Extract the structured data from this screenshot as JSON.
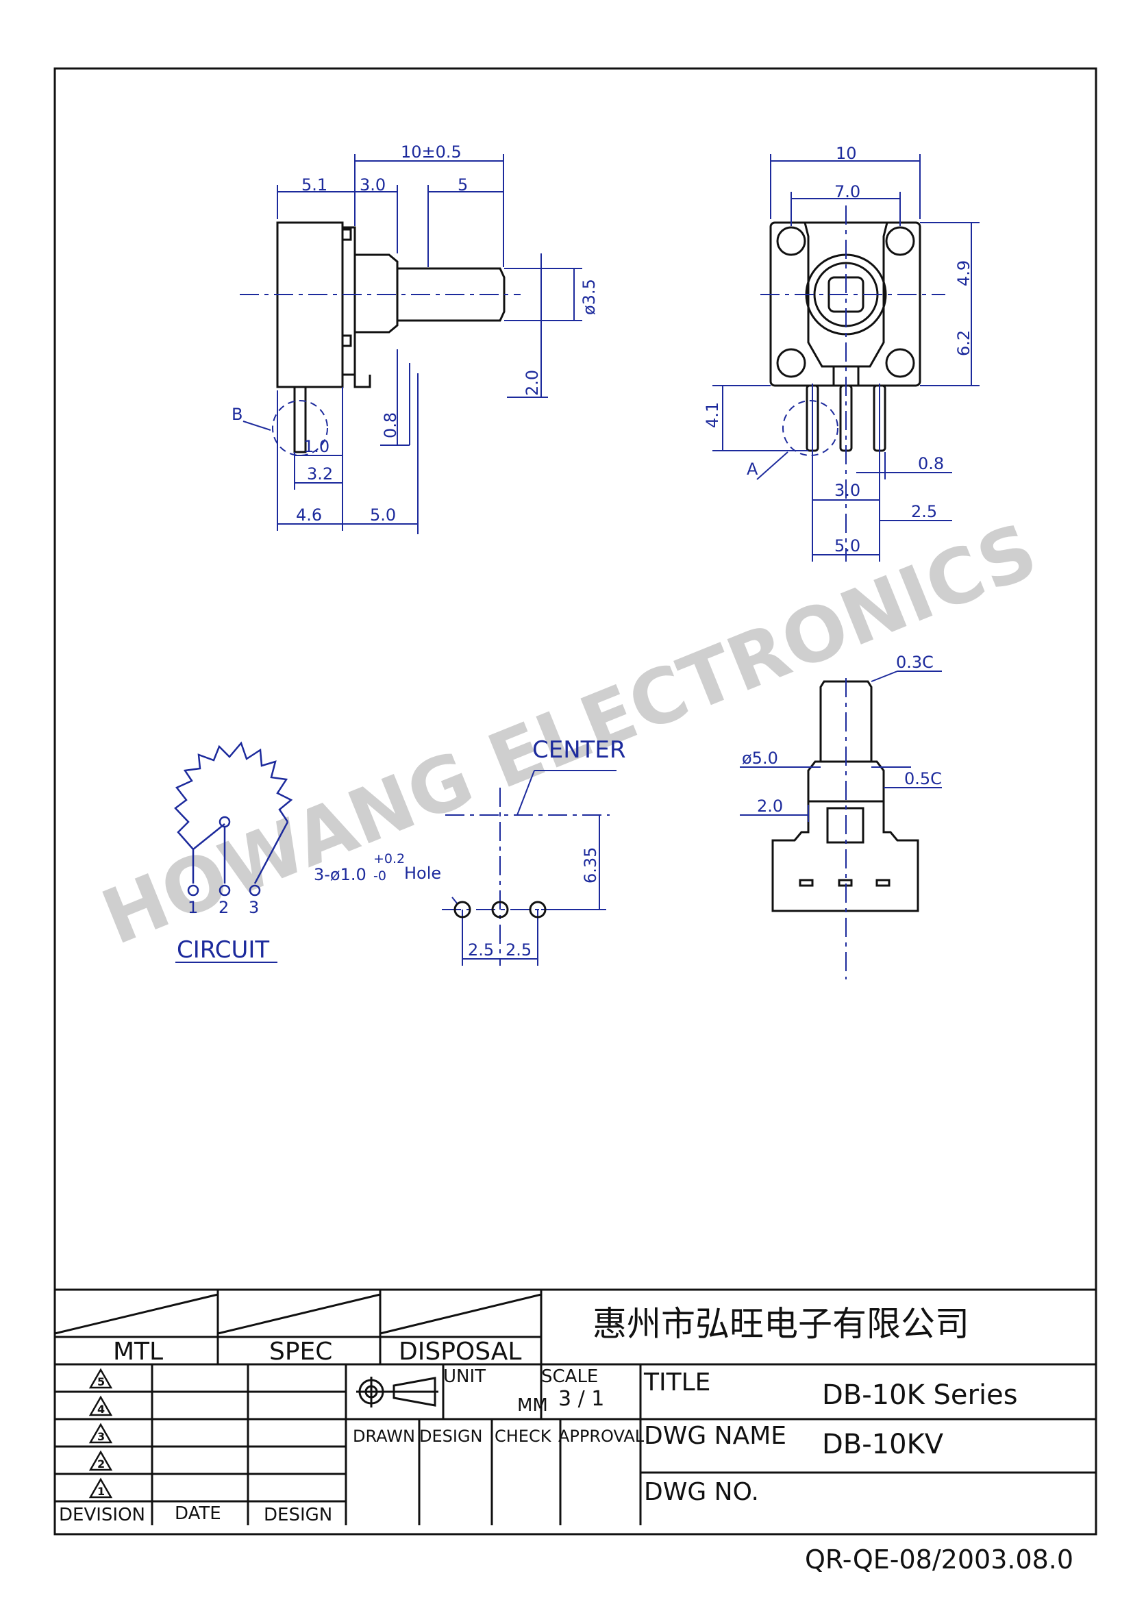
{
  "watermark": "HOWANG ELECTRONICS",
  "side_view": {
    "dims": {
      "total_len": "10±0.5",
      "body_w": "5.1",
      "bushing_w": "3.0",
      "shaft_w": "5",
      "shaft_dia": "ø3.5",
      "pin_h": "2.0",
      "pin_w_b": "0.8",
      "pin_tab": "1.0",
      "pin_spacing_b": "3.2",
      "base_l": "4.6",
      "base_r": "5.0"
    },
    "detail_label": "B"
  },
  "front_view": {
    "dims": {
      "width": "10",
      "hole_spacing": "7.0",
      "top_h": "4.9",
      "bot_h": "6.2",
      "pin_len": "4.1",
      "pin_t": "0.8",
      "pin_pitch": "3.0",
      "pin_off": "2.5",
      "base_w": "5.0"
    },
    "detail_label": "A"
  },
  "shaft_view": {
    "dims": {
      "chamfer_top": "0.3C",
      "shaft_dia": "ø5.0",
      "chamfer_mid": "0.5C",
      "collar": "2.0"
    }
  },
  "circuit": {
    "label": "CIRCUIT",
    "pins": [
      "1",
      "2",
      "3"
    ]
  },
  "hole_pattern": {
    "center_label": "CENTER",
    "hole_spec_main": "3-ø1.0",
    "tol_plus": "+0.2",
    "tol_minus": "-0",
    "hole_word": "Hole",
    "height": "6.35",
    "pitch_l": "2.5",
    "pitch_r": "2.5"
  },
  "title_block": {
    "company": "惠州市弘旺电子有限公司",
    "mtl": "MTL",
    "spec": "SPEC",
    "disposal": "DISPOSAL",
    "unit": "UNIT",
    "unit_value": "MM",
    "scale": "SCALE",
    "scale_value": "3 / 1",
    "title_label": "TITLE",
    "title_value": "DB-10K  Series",
    "dwg_name_label": "DWG  NAME",
    "dwg_name_value": "DB-10KV",
    "dwg_no_label": "DWG  NO.",
    "drawn": "DRAWN",
    "design": "DESIGN",
    "check": "CHECK",
    "approval": "APPROVAL",
    "revisions": [
      "5",
      "4",
      "3",
      "2",
      "1"
    ],
    "revision_header": "DEVISION",
    "date_header": "DATE",
    "design_header": "DESIGN"
  },
  "form_code": "QR-QE-08/2003.08.0"
}
